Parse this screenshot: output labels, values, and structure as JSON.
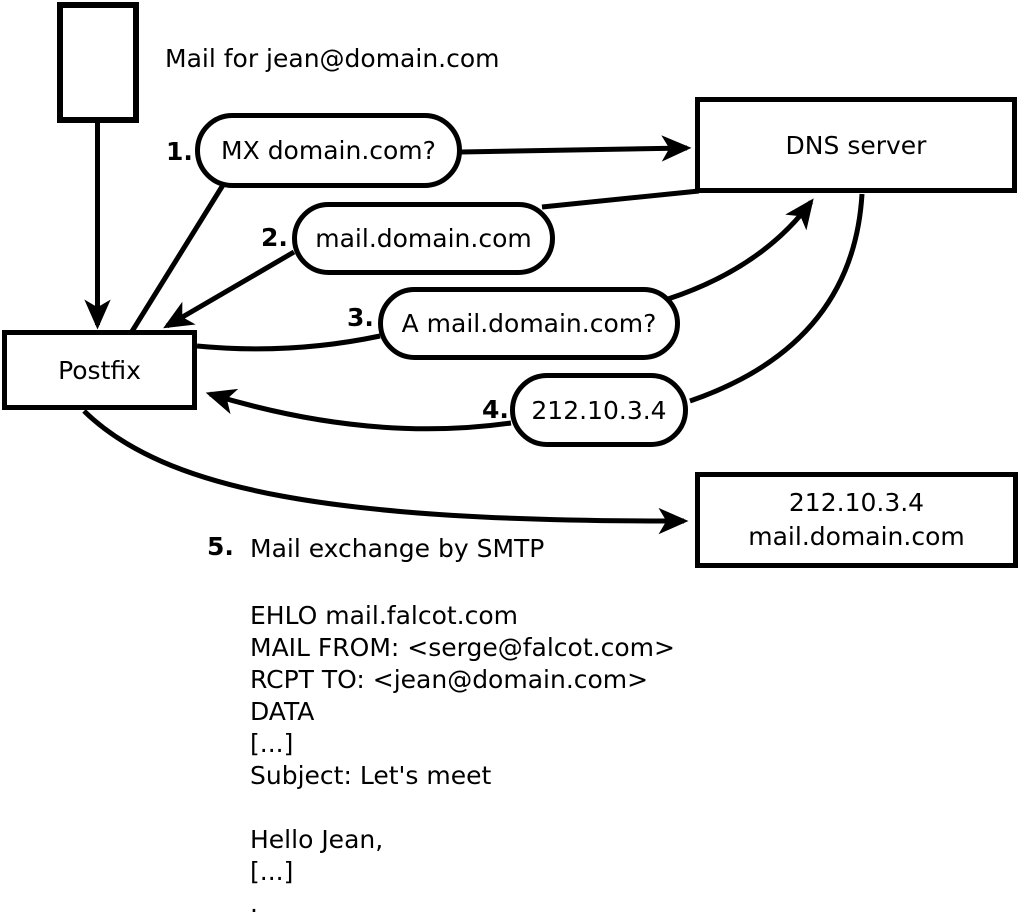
{
  "captions": {
    "mail_for": "Mail for jean@domain.com"
  },
  "nodes": {
    "postfix": "Postfix",
    "dns": "DNS server",
    "mail_server": {
      "line1": "212.10.3.4",
      "line2": "mail.domain.com"
    }
  },
  "steps": [
    {
      "num": "1.",
      "label": "MX domain.com?"
    },
    {
      "num": "2.",
      "label": "mail.domain.com"
    },
    {
      "num": "3.",
      "label": "A mail.domain.com?"
    },
    {
      "num": "4.",
      "label": "212.10.3.4"
    },
    {
      "num": "5.",
      "label": "Mail exchange by SMTP"
    }
  ],
  "smtp_transcript": {
    "lines": [
      "EHLO mail.falcot.com",
      "MAIL FROM: <serge@falcot.com>",
      "RCPT TO: <jean@domain.com>",
      "DATA",
      "[...]",
      "Subject: Let's meet",
      "",
      "Hello Jean,",
      "[...]",
      "."
    ]
  },
  "colors": {
    "stroke": "#000000",
    "background": "#ffffff",
    "text": "#000000"
  }
}
